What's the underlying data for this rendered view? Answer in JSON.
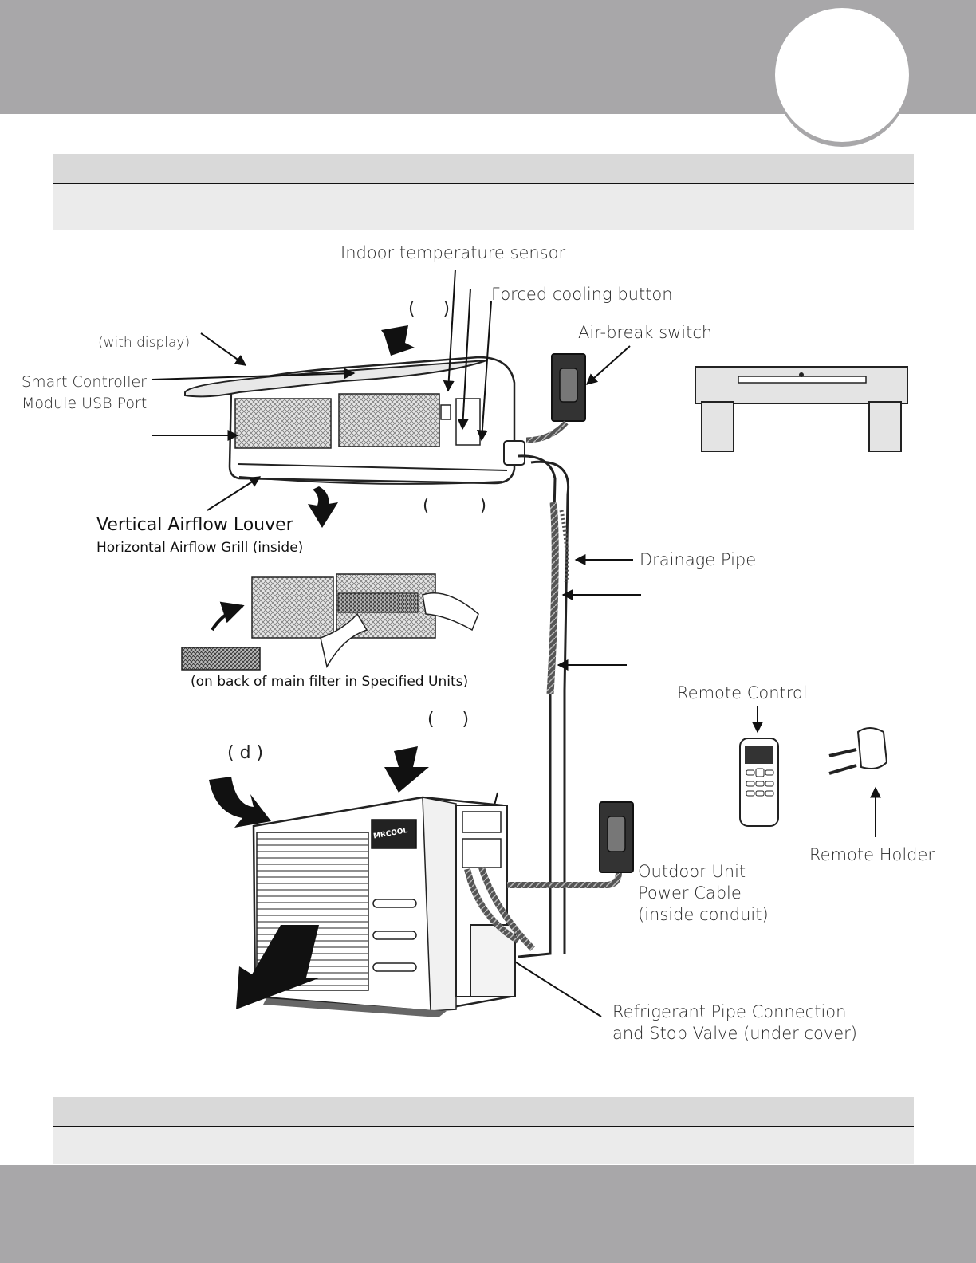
{
  "labels": {
    "indoor_temp_sensor": "Indoor temperature sensor",
    "forced_cooling_button": "Forced cooling button",
    "air_break_switch": "Air-break switch",
    "with_display": "(with display)",
    "smart_controller_line1": "Smart Controller",
    "smart_controller_line2": "Module USB Port",
    "vertical_louver": "Vertical Airflow Louver",
    "horizontal_grill": "Horizontal Airflow Grill (inside)",
    "drainage_pipe": "Drainage Pipe",
    "filter_note": "(on back of main filter in Specified Units)",
    "remote_control": "Remote Control",
    "remote_holder": "Remote Holder",
    "outdoor_power_line1": "Outdoor Unit",
    "outdoor_power_line2": "Power Cable",
    "outdoor_power_line3": "(inside conduit)",
    "refrigerant_line1": "Refrigerant Pipe Connection",
    "refrigerant_line2": "and Stop Valve (under cover)",
    "paren_air_in_top": "(     )",
    "paren_air_out_top": "(         )",
    "paren_air_in_outdoor": "(     )",
    "paren_d": "( d )",
    "brand": "MRCOOL"
  }
}
